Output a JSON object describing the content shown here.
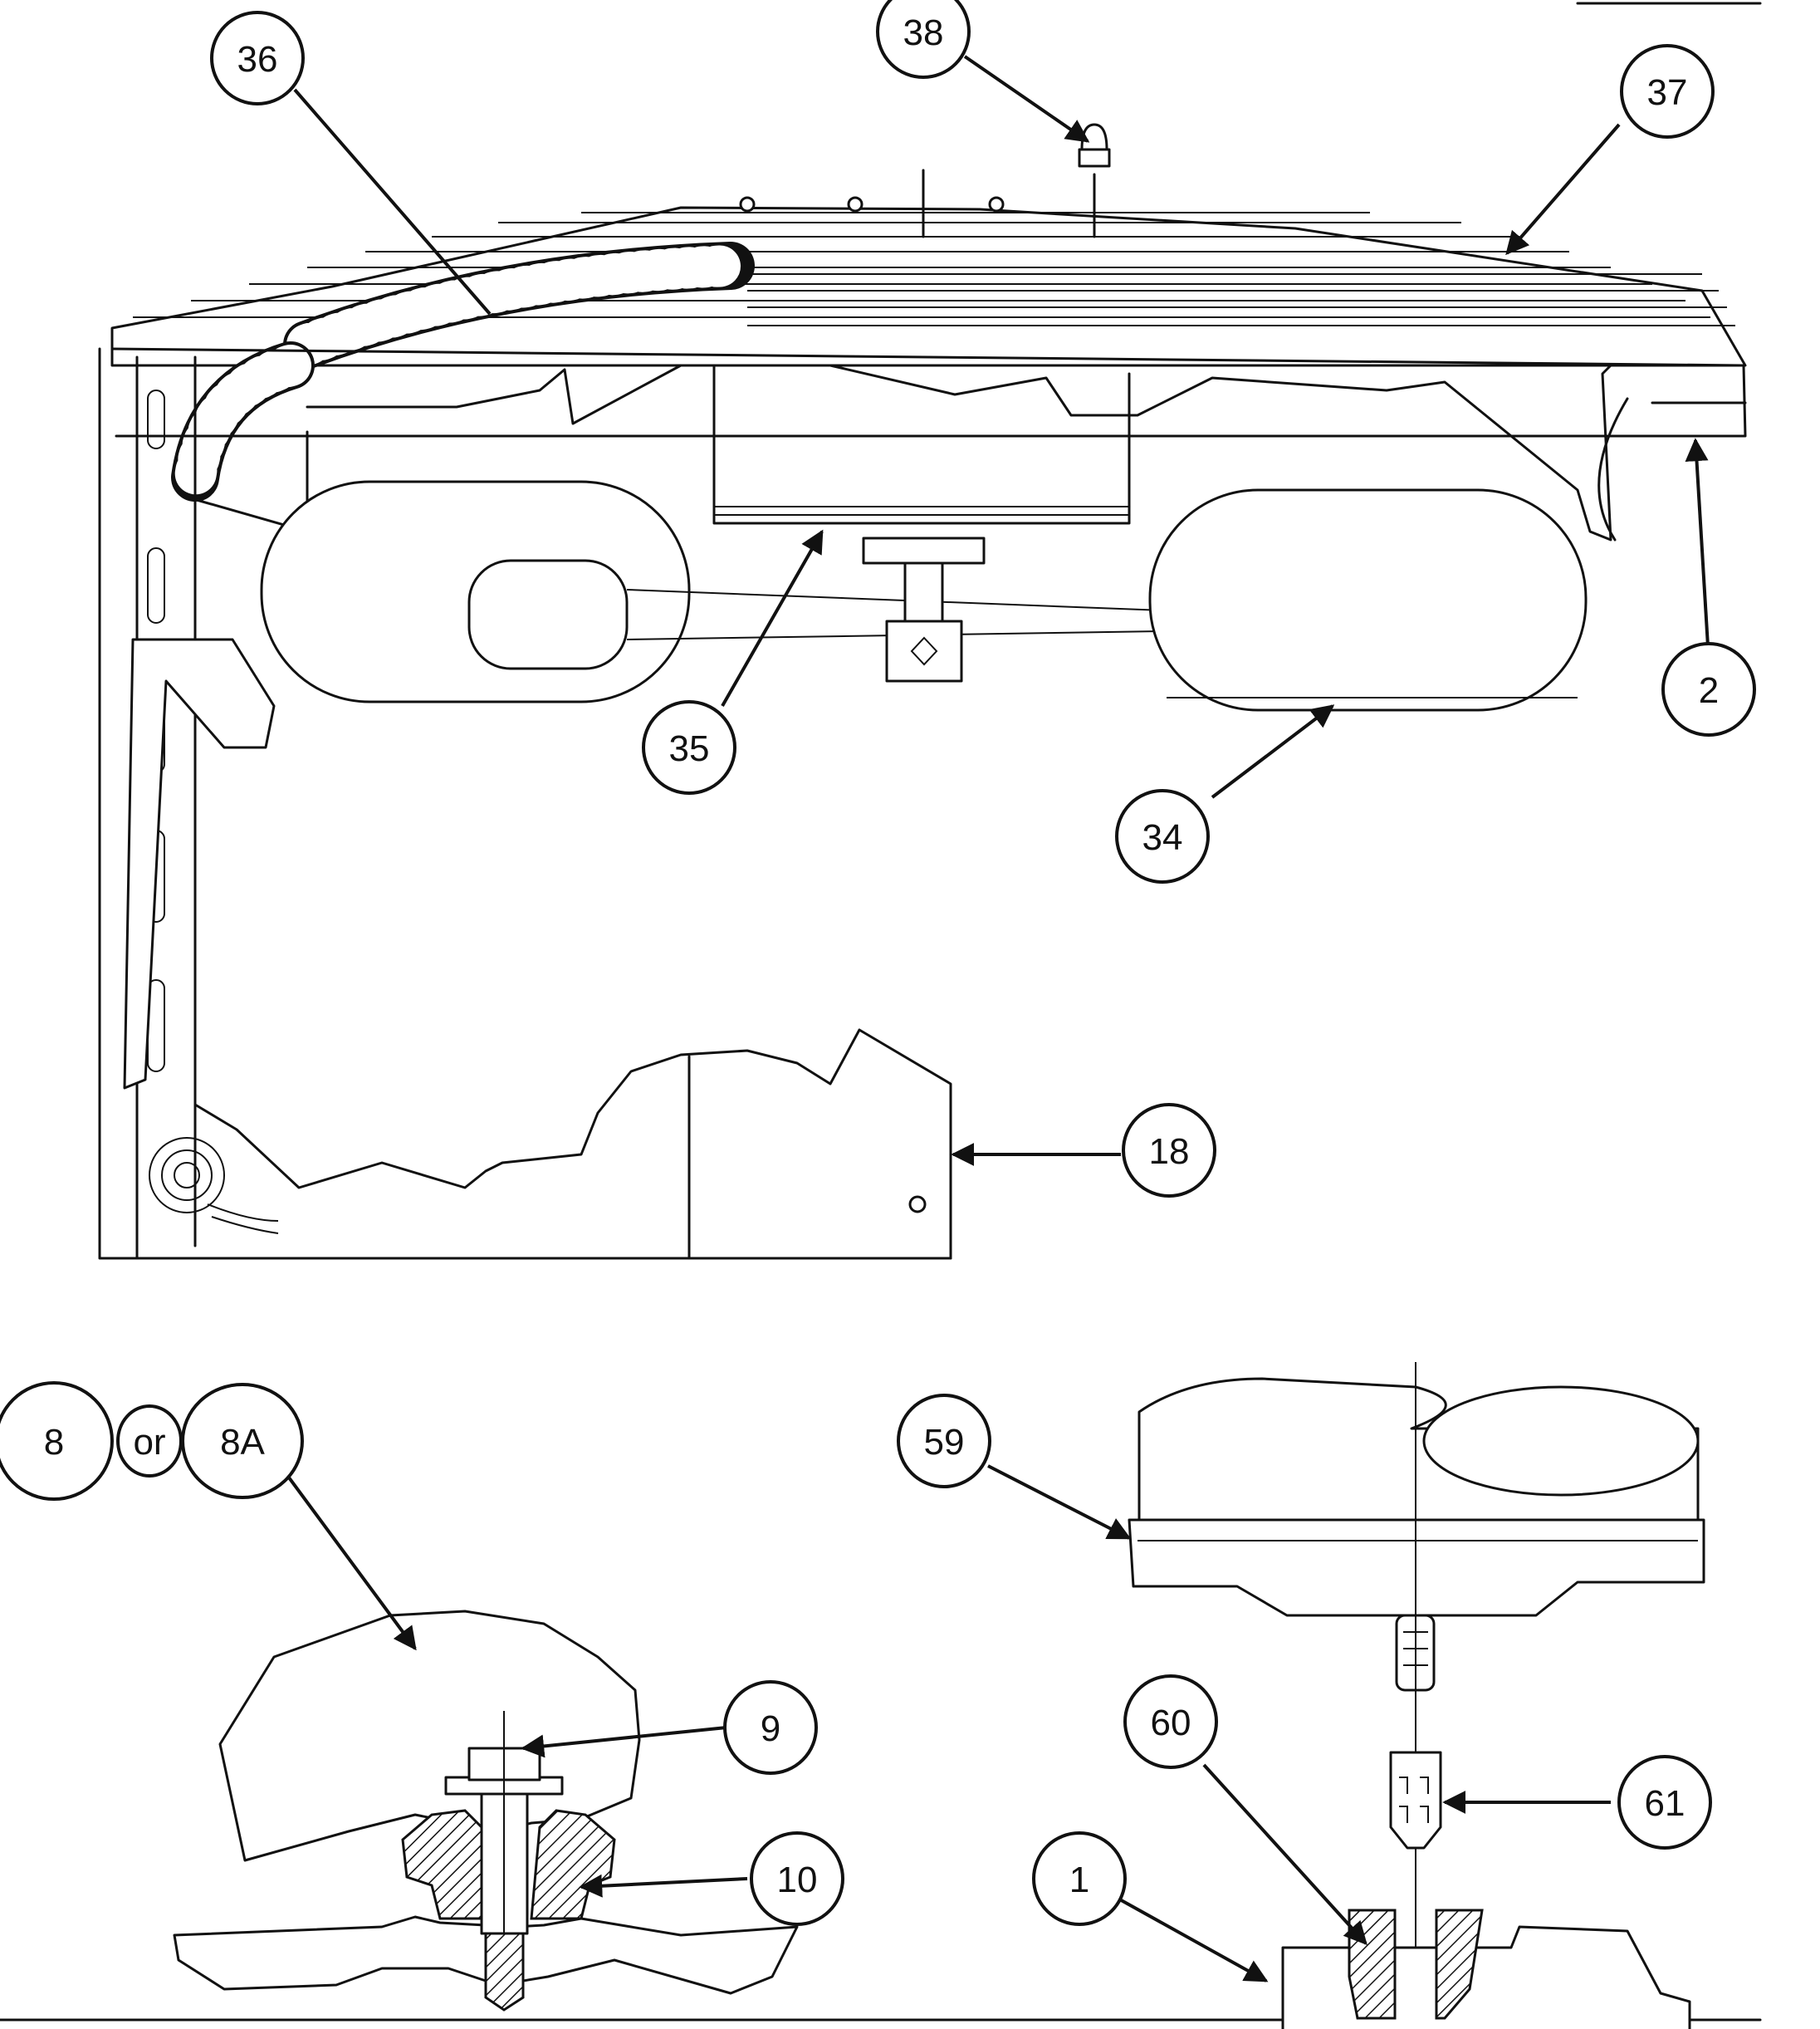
{
  "callouts": {
    "c36": "36",
    "c38": "38",
    "c37": "37",
    "c2": "2",
    "c35": "35",
    "c34": "34",
    "c18": "18",
    "c8": "8",
    "c_or": "or",
    "c8A": "8A",
    "c59": "59",
    "c9": "9",
    "c60": "60",
    "c61": "61",
    "c10": "10",
    "c1": "1"
  }
}
